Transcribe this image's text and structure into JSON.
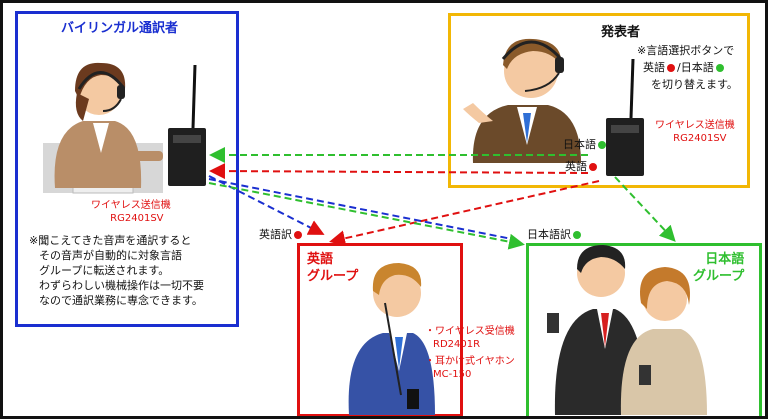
{
  "interpreter": {
    "title": "バイリンガル通訳者",
    "device_line1": "ワイヤレス送信機",
    "device_line2": "RG2401SV",
    "desc": [
      "※聞こえてきた音声を通訳すると",
      "その音声が自動的に対象言語",
      "グループに転送されます。",
      "わずらわしい機械操作は一切不要",
      "なので通訳業務に専念できます。"
    ]
  },
  "speaker": {
    "title": "発表者",
    "note_line1": "※言語選択ボタンで",
    "note_en": "英語",
    "note_sep": "/",
    "note_ja": "日本語",
    "note_line3": "を切り替えます。",
    "device_line1": "ワイヤレス送信機",
    "device_line2": "RG2401SV",
    "button_ja": "日本語",
    "button_en": "英語"
  },
  "channels": {
    "en_interp": "英語訳",
    "ja_interp": "日本語訳"
  },
  "english_group": {
    "title_line1": "英語",
    "title_line2": "グループ",
    "device_line1": "・ワイヤレス受信機",
    "device_line2": "RD2401R",
    "device_line3": "・耳かけ式イヤホン",
    "device_line4": "MC-150"
  },
  "japanese_group": {
    "title_line1": "日本語",
    "title_line2": "グループ"
  },
  "colors": {
    "interpreter_border": "#1a2fd0",
    "speaker_border": "#f2b705",
    "english_border": "#e01010",
    "japanese_border": "#2fbf2f"
  }
}
